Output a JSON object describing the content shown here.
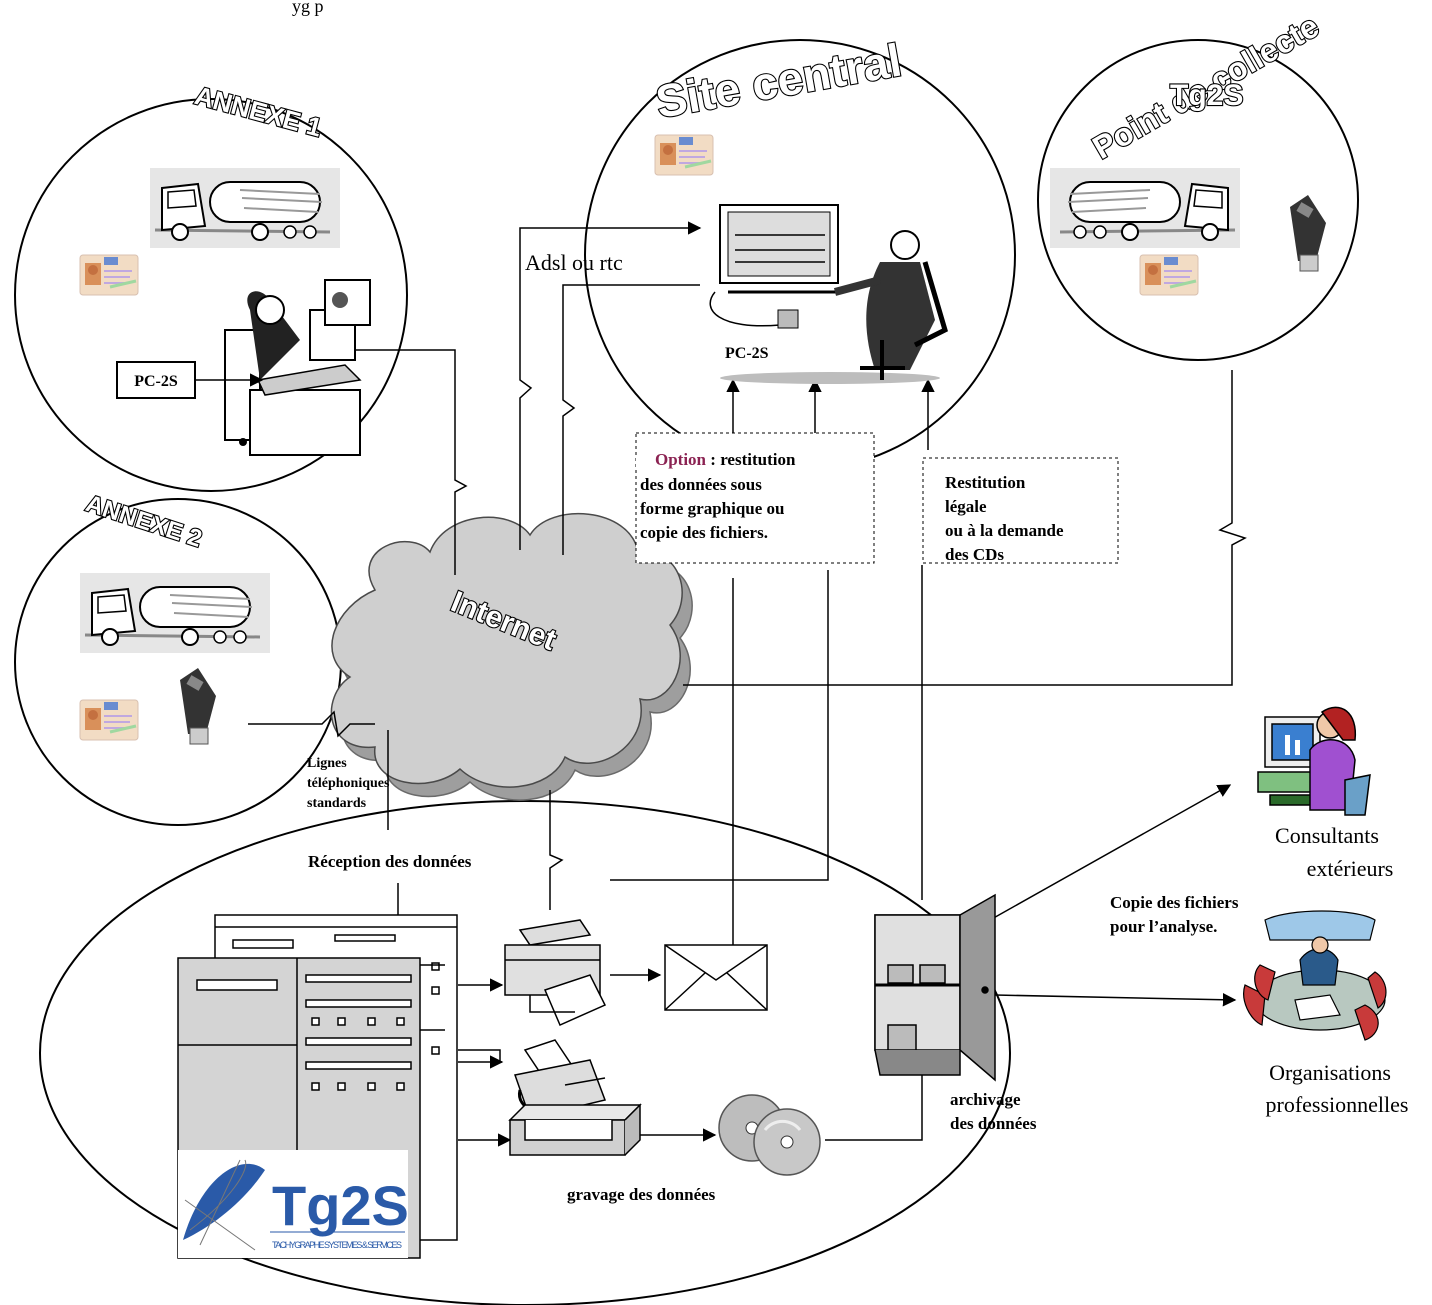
{
  "header_fragment": "yg p",
  "sites": {
    "annexe1": "ANNEXE 1",
    "annexe2": "ANNEXE 2",
    "site_central": "Site central",
    "point_collecte_line1": "Point de collecte",
    "point_collecte_line2": "Tg2S"
  },
  "labels": {
    "pc2s_annexe": "PC-2S",
    "pc2s_central": "PC-2S",
    "adsl": "Adsl ou rtc",
    "internet": "Internet",
    "lignes": [
      "Lignes",
      "téléphoniques",
      "standards"
    ],
    "reception": "Réception des  données",
    "gravage": "gravage des données",
    "archivage": [
      "archivage",
      "des données"
    ],
    "copie": [
      "Copie des fichiers",
      "pour l’analyse."
    ],
    "consultants": [
      "Consultants",
      "extérieurs"
    ],
    "organisations": [
      "Organisations",
      "professionnelles"
    ]
  },
  "option_box": {
    "highlight": "Option",
    "line1_rest": " : restitution",
    "lines": [
      "des données sous",
      "forme  graphique ou",
      "copie des fichiers."
    ]
  },
  "restitution_box": {
    "lines": [
      "Restitution",
      "légale",
      "ou à la demande",
      "des CDs"
    ]
  },
  "logo": {
    "name": "Tg2S",
    "tagline": "TACHYGRAPHE SYSTEMES & SERVICES"
  },
  "colors": {
    "option_highlight": "#8b2252",
    "logo_blue": "#2a5aa8"
  }
}
